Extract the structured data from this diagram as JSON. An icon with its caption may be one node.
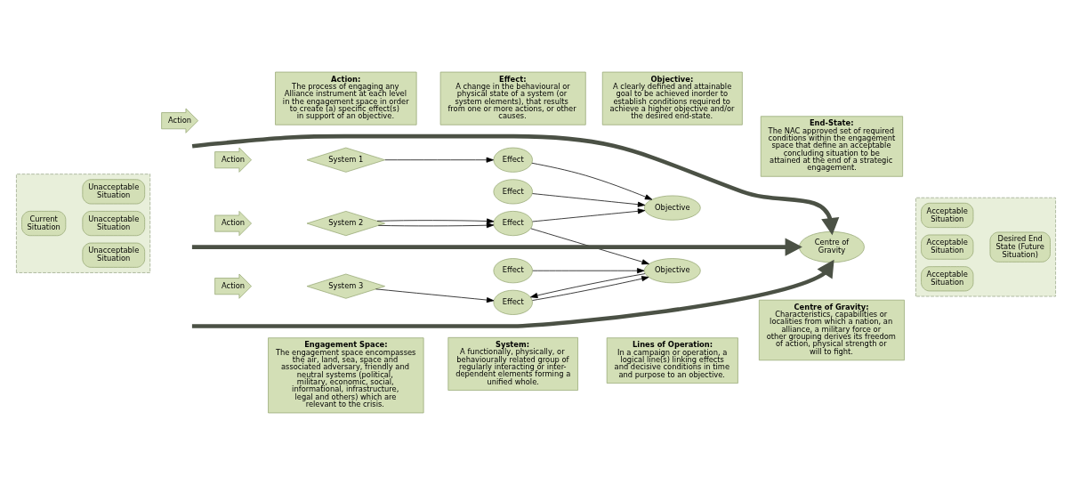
{
  "diagram": {
    "nodes": [
      {
        "text": [
          "Action:",
          "The process of engaging any Alliance instrument at each level in the engagement space in order to create (a) specific effect(s) in support of an objective."
        ]
      },
      {
        "text": [
          "Effect:",
          "A change in the behavioural or physical state of a system (or system elements), that results from one or more actions, or other causes."
        ]
      },
      {
        "text": [
          "Objective:",
          "A clearly defined and attainable goal to be achieved inorder to establish conditions required to achieve a higher objective and/or the desired end-state."
        ]
      },
      {
        "text": [
          "End-State:",
          "The NAC approved set of required conditions within the engagement space that define an acceptable concluding situation to be attained at the end of a strategic engagement."
        ]
      },
      {
        "text": [],
        "shape": "box"
      },
      {
        "text": [
          "Current Situation"
        ],
        "in": 4
      },
      {
        "text": [
          "Unacceptable Situation"
        ],
        "in": 4
      },
      {
        "text": [
          "Unacceptable Situation"
        ],
        "in": 4
      },
      {
        "text": [
          "Unacceptable Situation"
        ],
        "in": 4
      },
      {
        "text": [
          "Action"
        ]
      },
      {
        "text": [
          "Effect"
        ]
      },
      {
        "text": [
          "System 1"
        ]
      },
      {
        "text": [
          "Action"
        ]
      },
      {
        "text": [
          "Effect"
        ]
      },
      {
        "text": [
          "Objective"
        ]
      },
      {
        "text": [
          "Centre of Gravity"
        ]
      },
      {
        "text": [],
        "shape": "box"
      },
      {
        "text": [
          "Acceptable Situation"
        ],
        "in": 16
      },
      {
        "text": [
          "Acceptable Situation"
        ],
        "in": 16
      },
      {
        "text": [
          "Acceptable Situation"
        ],
        "in": 16
      },
      {
        "text": [
          "Desired End State (Future Situation)"
        ],
        "in": 16
      },
      {
        "text": [
          "Action"
        ]
      },
      {
        "text": [
          "System 2"
        ]
      },
      {
        "text": [
          "Effect"
        ]
      },
      {
        "text": [
          "Objective"
        ]
      },
      {
        "text": [
          "System 3"
        ]
      },
      {
        "text": [
          "Effect"
        ]
      },
      {
        "text": [
          "Action"
        ]
      },
      {
        "text": [
          "Effect"
        ]
      },
      {
        "text": [
          "Engagement Space:",
          "The engagement space encompasses the air, land, sea, space and associated adversary, friendly and neutral systems (political, military, economic, social, informational, infrastructure, legal and others) which are relevant to the crisis."
        ]
      },
      {
        "text": [
          "System:",
          "A functionally, physically, or behaviourally related group of regularly interacting or inter-dependent elements forming a unified whole."
        ]
      },
      {
        "text": [
          "Lines of Operation:",
          "In a campaign or operation, a logical line(s) linking effects and decisive conditions in time and purpose to an objective."
        ]
      },
      {
        "text": [
          "Centre of Gravity:",
          "Characteristics, capabilities or localities from which a nation, an alliance, a military force or other grouping derives its freedom of action, physical strength or will to fight."
        ]
      }
    ],
    "edges": [
      {
        "from": null,
        "to": 15,
        "arrow": "to",
        "style": "thick",
        "color": "#4b5145"
      },
      {
        "from": null,
        "to": 15,
        "arrow": "to",
        "style": "thick",
        "color": "#4b5145"
      },
      {
        "from": null,
        "to": 15,
        "arrow": "to",
        "style": "thick",
        "color": "#4b5145"
      },
      {
        "from": 11,
        "to": 10,
        "arrow": "to"
      },
      {
        "from": 10,
        "to": 14,
        "arrow": "to"
      },
      {
        "from": 13,
        "to": 14,
        "arrow": "to"
      },
      {
        "from": 22,
        "to": 23,
        "arrow": "to"
      },
      {
        "from": 22,
        "to": 23,
        "arrow": "to"
      },
      {
        "from": 23,
        "to": 14,
        "arrow": "to"
      },
      {
        "from": 23,
        "to": 24,
        "arrow": "to"
      },
      {
        "from": 26,
        "to": 24,
        "arrow": "to"
      },
      {
        "from": 25,
        "to": 28,
        "arrow": "to"
      },
      {
        "from": 24,
        "to": 28,
        "arrow": "to"
      },
      {
        "from": 28,
        "to": 24,
        "arrow": "to"
      }
    ]
  }
}
